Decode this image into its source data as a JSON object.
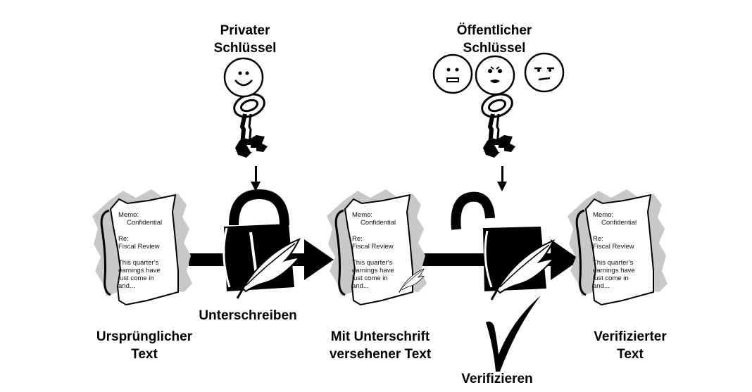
{
  "labels": {
    "private_key": [
      "Privater",
      "Schlüssel"
    ],
    "public_key": [
      "Öffentlicher",
      "Schlüssel"
    ],
    "sign": "Unterschreiben",
    "verify": "Verifizieren",
    "original_text": [
      "Ursprünglicher",
      "Text"
    ],
    "signed_text": [
      "Mit Unterschrift",
      "versehener Text"
    ],
    "verified_text": [
      "Verifizierter",
      "Text"
    ]
  },
  "documents": [
    {
      "memo": "Memo:",
      "memo_value": "Confidential",
      "re": "Re:",
      "re_value": "Fiscal Review",
      "body": [
        "This quarter's",
        "earnings have",
        "just come in",
        "and..."
      ]
    },
    {
      "memo": "Memo:",
      "memo_value": "Confidential",
      "re": "Re:",
      "re_value": "Fiscal Review",
      "body": [
        "This quarter's",
        "earnings have",
        "just come in",
        "and..."
      ]
    },
    {
      "memo": "Memo:",
      "memo_value": "Confidential",
      "re": "Re:",
      "re_value": "Fiscal Review",
      "body": [
        "This quarter's",
        "earnings have",
        "just come in",
        "and..."
      ]
    }
  ],
  "colors": {
    "ink": "#000000",
    "shadow": "#c8c8c8",
    "paper": "#ffffff"
  },
  "icons": [
    "smiley-face-icon",
    "key-icon",
    "padlock-closed-icon",
    "padlock-open-icon",
    "quill-pen-icon",
    "checkmark-icon",
    "arrow-icon"
  ]
}
